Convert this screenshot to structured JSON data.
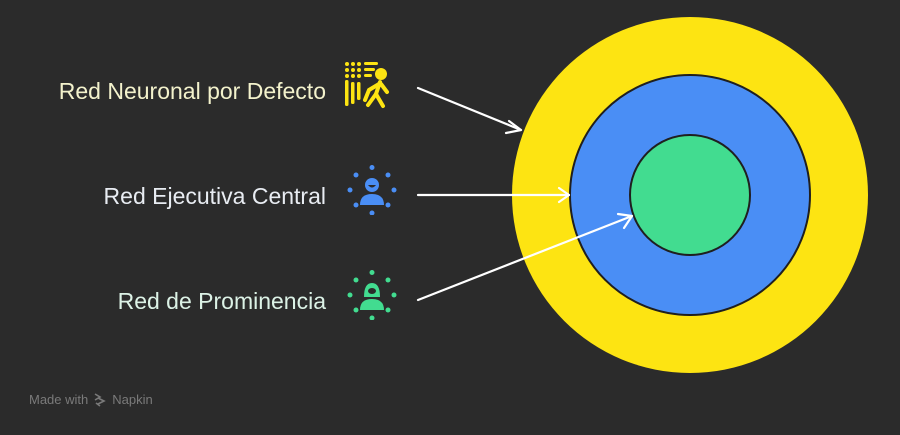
{
  "diagram": {
    "type": "concentric-circles",
    "items": [
      {
        "label": "Red Neuronal por Defecto",
        "icon": "default-mode-network-icon",
        "color": "#fde412",
        "text_color": "#f3f2cc"
      },
      {
        "label": "Red Ejecutiva Central",
        "icon": "executive-person-icon",
        "color": "#4a8ef5",
        "text_color": "#e8ecf2"
      },
      {
        "label": "Red de Prominencia",
        "icon": "salience-person-icon",
        "color": "#42dc90",
        "text_color": "#dcf2e6"
      }
    ]
  },
  "footer": {
    "made_with": "Made with",
    "brand": "Napkin"
  }
}
